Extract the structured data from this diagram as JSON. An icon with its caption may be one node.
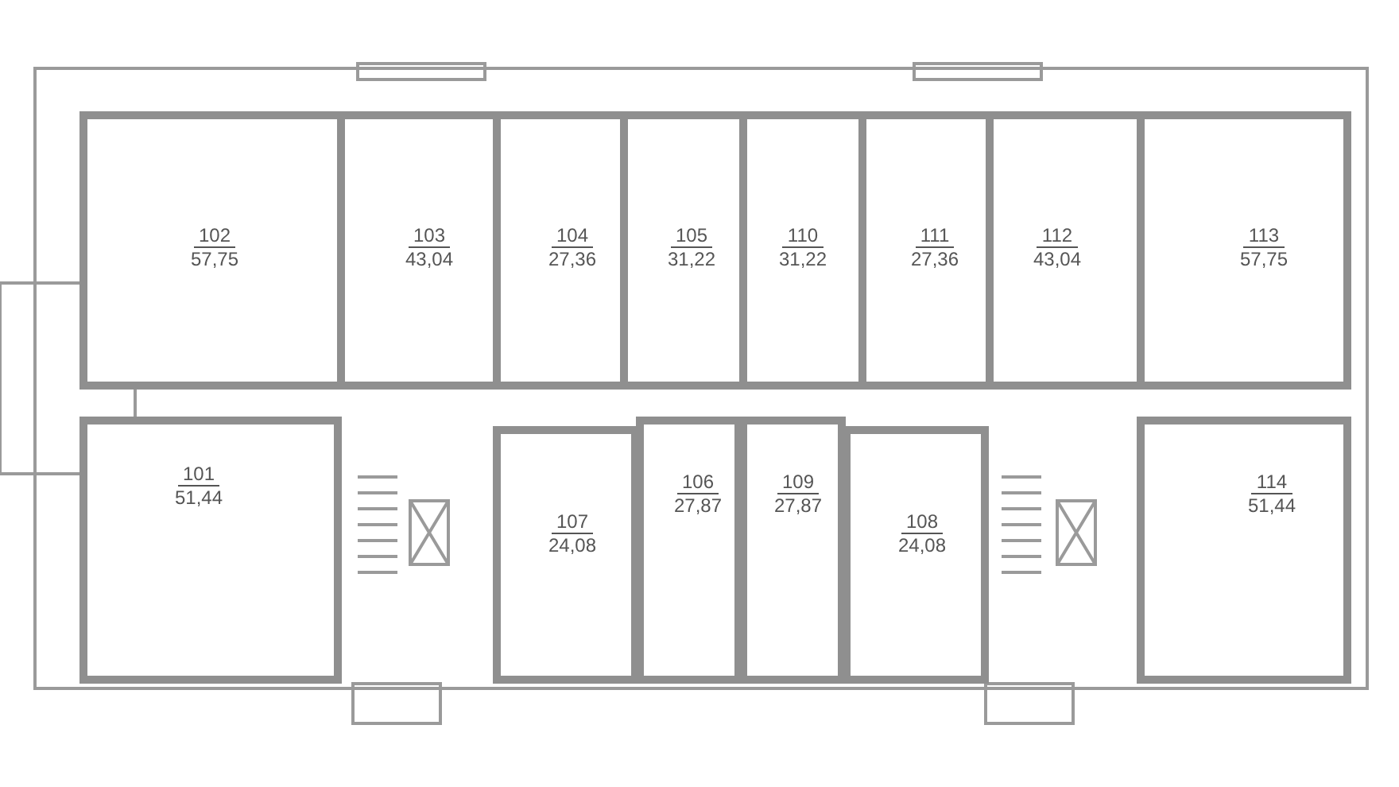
{
  "diagram": {
    "nodes": [
      {
        "text": [
          "102",
          "57,75"
        ]
      },
      {
        "text": [
          "103",
          "43,04"
        ]
      },
      {
        "text": [
          "104",
          "27,36"
        ]
      },
      {
        "text": [
          "105",
          "31,22"
        ]
      },
      {
        "text": [
          "110",
          "31,22"
        ]
      },
      {
        "text": [
          "111",
          "27,36"
        ]
      },
      {
        "text": [
          "112",
          "43,04"
        ]
      },
      {
        "text": [
          "113",
          "57,75"
        ]
      },
      {
        "text": [
          "101",
          "51,44"
        ]
      },
      {
        "text": [
          "106",
          "27,87"
        ]
      },
      {
        "text": [
          "109",
          "27,87"
        ]
      },
      {
        "text": [
          "114",
          "51,44"
        ]
      },
      {
        "text": [
          "107",
          "24,08"
        ]
      },
      {
        "text": [
          "108",
          "24,08"
        ]
      }
    ]
  }
}
